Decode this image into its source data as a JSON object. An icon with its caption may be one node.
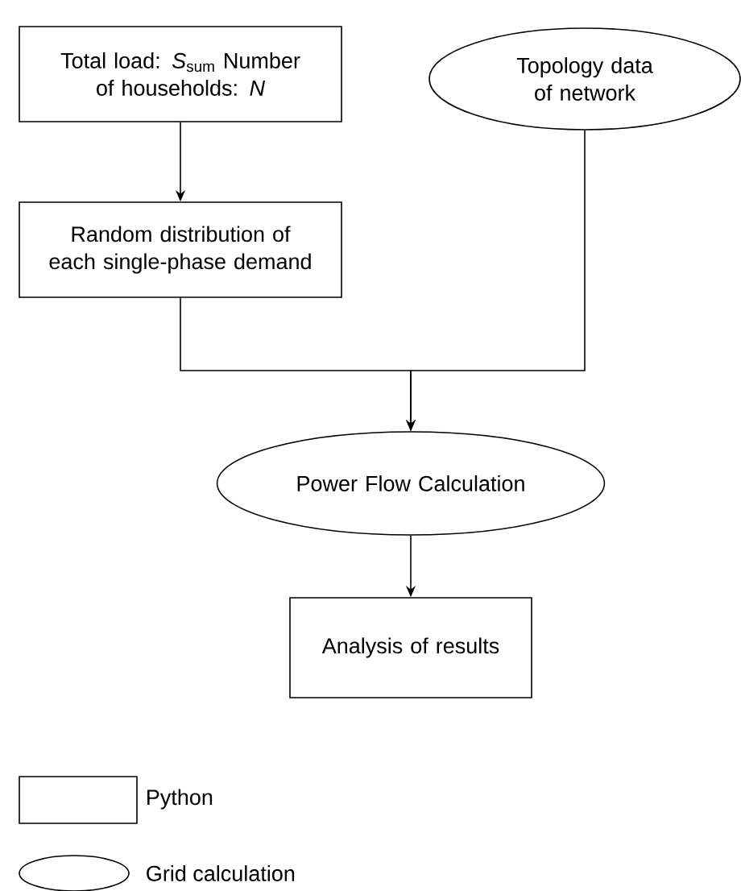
{
  "diagram": {
    "nodes": [
      {
        "text": [
          "Total load: *S*$_{sum}$ Number of households: *N*"
        ]
      },
      {
        "text": [
          "Topology data of network"
        ]
      },
      {
        "text": [
          "Random distribution of each single-phase demand"
        ]
      },
      {
        "text": [
          "Power Flow Calculation"
        ]
      },
      {
        "text": [
          "Analysis of results"
        ]
      }
    ],
    "edges": [
      {
        "from": 0,
        "to": 2,
        "arrow": "to"
      },
      {
        "from": 2,
        "to": 3,
        "arrow": "to"
      },
      {
        "from": 1,
        "to": 3,
        "arrow": "to"
      },
      {
        "from": 3,
        "to": 4,
        "arrow": "to"
      }
    ],
    "legend": [
      {
        "text": "Python"
      },
      {
        "text": "Grid calculation"
      }
    ]
  }
}
